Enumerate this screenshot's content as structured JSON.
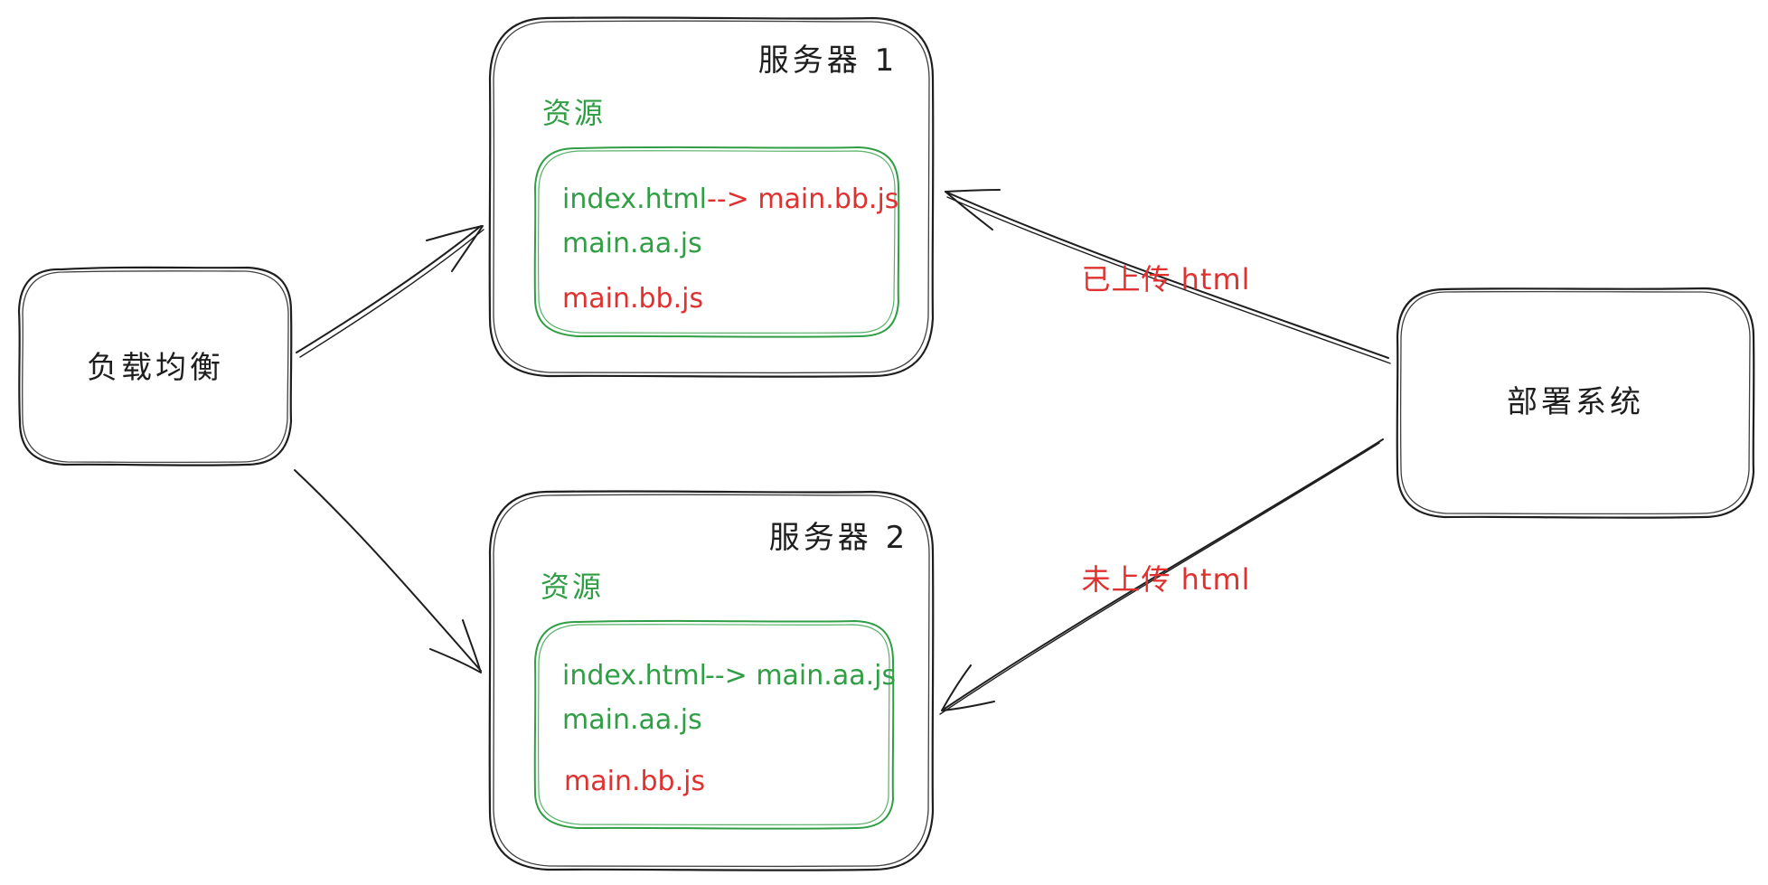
{
  "colors": {
    "ink": "#1e1e1e",
    "green": "#2f9e44",
    "red": "#e03131",
    "background": "#ffffff"
  },
  "nodes": {
    "load_balancer": {
      "label": "负载均衡"
    },
    "deploy_system": {
      "label": "部署系统"
    },
    "server1": {
      "title": "服务器 1",
      "resources_label": "资源",
      "files": {
        "index": "index.html",
        "index_ref": "--> main.bb.js",
        "file_a": "main.aa.js",
        "file_b": "main.bb.js"
      }
    },
    "server2": {
      "title": "服务器 2",
      "resources_label": "资源",
      "files": {
        "index": "index.html",
        "index_ref": "--> main.aa.js",
        "file_a": "main.aa.js",
        "file_b": "main.bb.js"
      }
    }
  },
  "edges": {
    "deploy_to_server1": {
      "label": "已上传 html"
    },
    "deploy_to_server2": {
      "label": "未上传 html"
    }
  }
}
